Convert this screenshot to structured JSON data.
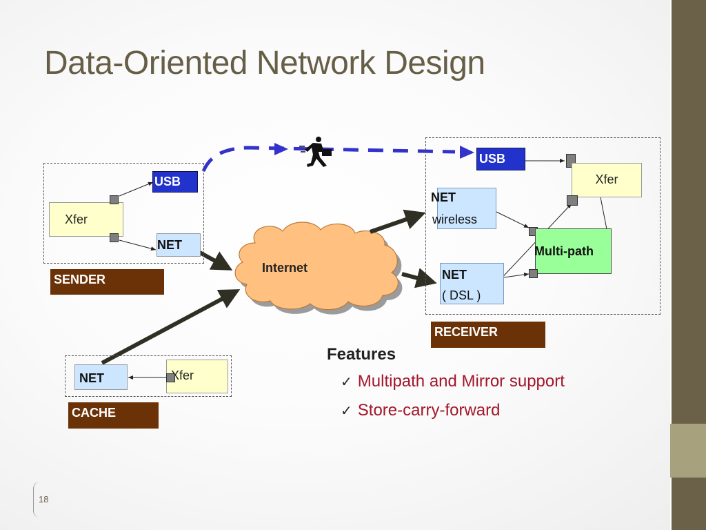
{
  "slide": {
    "title": "Data-Oriented Network Design",
    "page_number": "18"
  },
  "sender": {
    "label": "SENDER",
    "xfer": "Xfer",
    "usb": "USB",
    "net": "NET"
  },
  "cache": {
    "label": "CACHE",
    "xfer": "Xfer",
    "net": "NET"
  },
  "internet": {
    "label": "Internet"
  },
  "receiver": {
    "label": "RECEIVER",
    "usb": "USB",
    "xfer": "Xfer",
    "net_wireless_line1": "NET",
    "net_wireless_line2": "wireless",
    "net_dsl_line1": "NET",
    "net_dsl_line2": "( DSL )",
    "multipath": "Multi-path"
  },
  "features": {
    "heading": "Features",
    "items": [
      "Multipath and Mirror support",
      "Store-carry-forward"
    ]
  },
  "colors": {
    "title": "#665e46",
    "usb": "#2233cc",
    "net": "#cce6ff",
    "xfer": "#ffffcc",
    "multipath": "#99ff99",
    "internet_cloud": "#ffc080",
    "label_brown": "#6b3208",
    "feature_text": "#a3162a",
    "dashed_path": "#3333cc",
    "sidebar": "#6b6148"
  },
  "icons": [
    "running-courier-icon",
    "checkmark-icon"
  ]
}
